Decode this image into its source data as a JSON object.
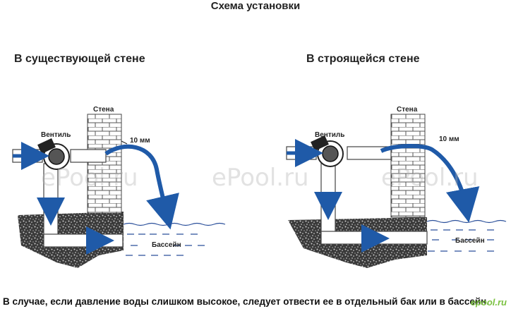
{
  "title": "Схема установки",
  "left": {
    "subtitle": "В существующей стене",
    "wall_label": "Стена",
    "valve_label": "Вентиль",
    "gap_label": "10 мм",
    "pool_label": "Бассейн"
  },
  "right": {
    "subtitle": "В строящейся стене",
    "wall_label": "Стена",
    "valve_label": "Вентиль",
    "gap_label": "10 мм",
    "pool_label": "Бассейн"
  },
  "watermark": "ePool.ru",
  "footer": "В случае, если давление воды слишком высокое, следует отвести ее в отдельный бак или в бассейн.",
  "logo_text": "epool.ru",
  "colors": {
    "arrow_blue": "#1f5aa8",
    "ground": "#2a2a2a",
    "pipe_outline": "#444444",
    "water_line": "#2a4f9a"
  }
}
